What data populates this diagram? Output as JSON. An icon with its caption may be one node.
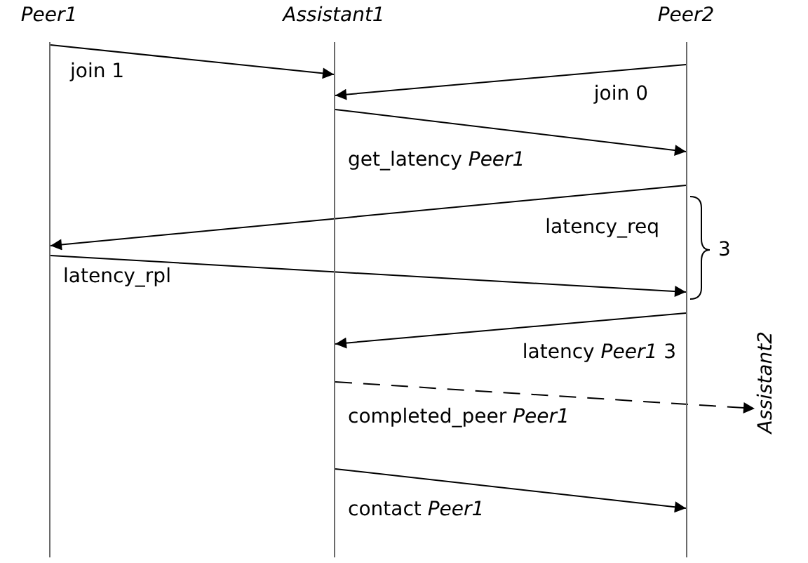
{
  "diagram": {
    "nodes": [
      {
        "text": [
          "Peer1"
        ]
      },
      {
        "text": [
          "Assistant1"
        ]
      },
      {
        "text": [
          "Peer2"
        ]
      },
      {
        "text": [
          "Assistant2"
        ]
      }
    ],
    "edges": [
      {
        "from": 0,
        "to": 1,
        "arrow": "to",
        "label": "join 1"
      },
      {
        "from": 2,
        "to": 1,
        "arrow": "to",
        "label": "join 0"
      },
      {
        "from": 1,
        "to": 2,
        "arrow": "to",
        "label": "get_latency *Peer1*"
      },
      {
        "from": 2,
        "to": 0,
        "arrow": "to",
        "label": "latency_req"
      },
      {
        "from": 0,
        "to": 2,
        "arrow": "to",
        "label": "latency_rpl"
      },
      {
        "from": 2,
        "to": 1,
        "arrow": "to",
        "label": "latency *Peer1* 3"
      },
      {
        "from": 1,
        "to": 3,
        "arrow": "to",
        "label": "completed_peer *Peer1*",
        "style": "dashed"
      },
      {
        "from": 1,
        "to": 2,
        "arrow": "to",
        "label": "contact *Peer1*"
      }
    ],
    "labels": [
      "3"
    ]
  }
}
